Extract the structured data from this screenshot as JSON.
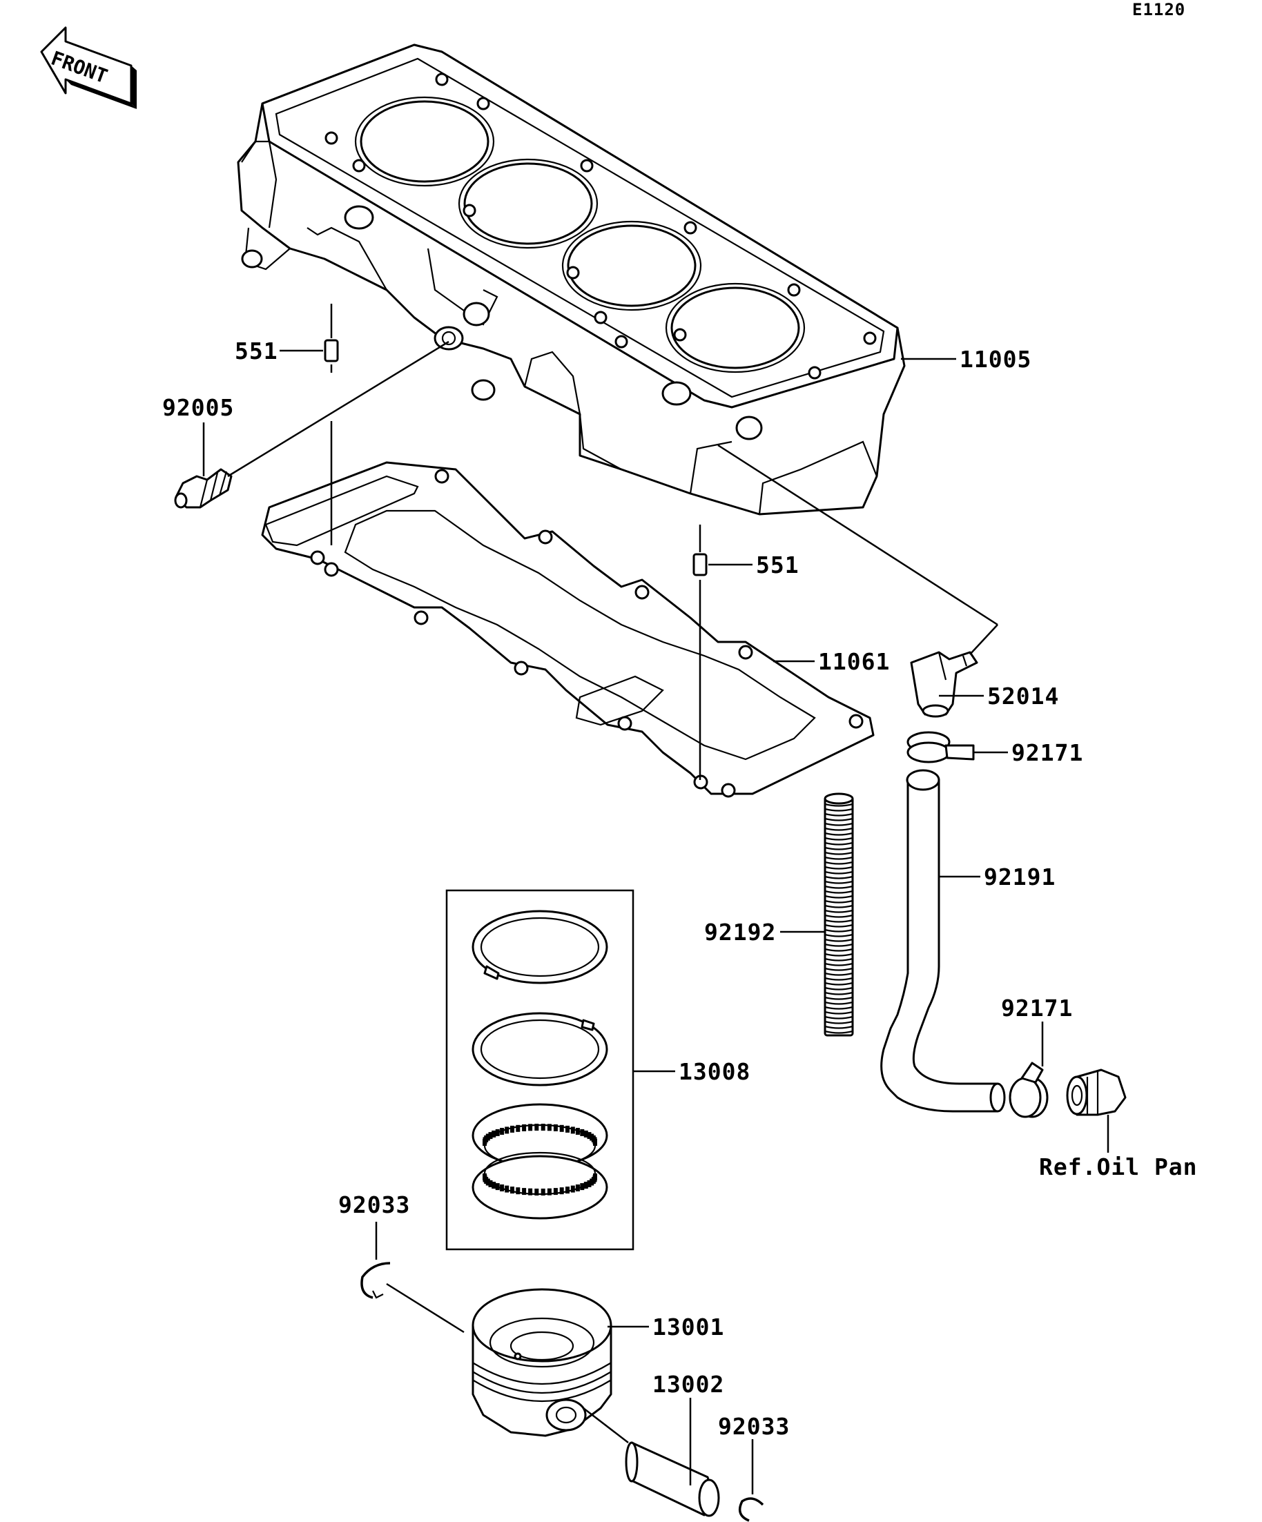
{
  "diagram_code": "E1120",
  "front_arrow_label": "FRONT",
  "labels": {
    "cylinder": "11005",
    "dowel_pin_upper": "551",
    "fitting": "92005",
    "dowel_pin_lower": "551",
    "gasket": "11061",
    "elbow": "52014",
    "clamp_upper": "92171",
    "hose": "92191",
    "spring": "92192",
    "clamp_lower": "92171",
    "ring_set": "13008",
    "ref_oil_pan": "Ref.Oil Pan",
    "circlip_left": "92033",
    "piston": "13001",
    "piston_pin": "13002",
    "circlip_right": "92033"
  }
}
